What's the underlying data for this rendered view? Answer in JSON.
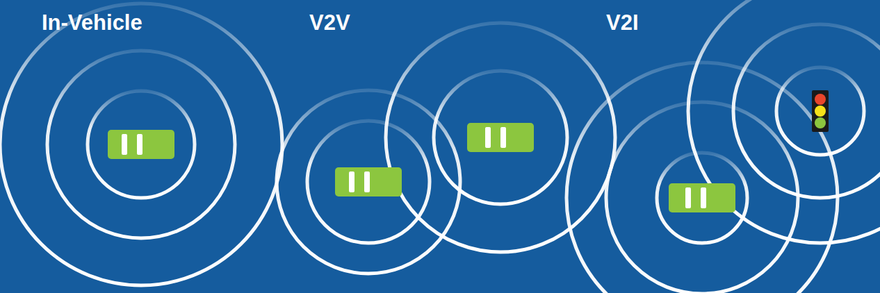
{
  "diagram": {
    "labels": [
      "In-Vehicle",
      "V2V",
      "V2I"
    ]
  }
}
